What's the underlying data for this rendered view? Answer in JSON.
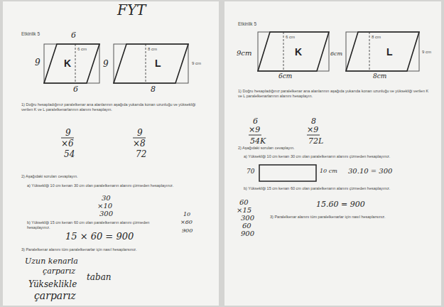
{
  "diagram": {
    "nodes": [
      {
        "text": [
          "K"
        ]
      },
      {
        "text": [
          "L"
        ]
      },
      {
        "text": [
          "K"
        ]
      },
      {
        "text": [
          "L"
        ]
      }
    ],
    "labels": [
      "FYT",
      "Etkinlik 5",
      "6",
      "9",
      "6 cm",
      "9",
      "8 cm",
      "9 cm",
      "6",
      "8",
      "1) Doğru hesapladığınız paralelkenar ana alanlarının aşağıda yukarıda konan uzunluğu ve yüksekliği verilen K ve L paralelkenarlarının alanını hesaplayın.",
      "9",
      "×6",
      "54",
      "9",
      "×8",
      "72",
      "2) Aşağıdaki soruları cevaplayın.",
      "a) Yüksekliği 10 cm kenarı 30 cm olan paralelkenarın alanını çizmeden hesaplayınız.",
      "30",
      "×10",
      "300",
      "b) Yüksekliği 15 cm kenarı 60 cm olan paralelkenarın alanını çizmeden hesaplayınız.",
      "15 × 60 = 900",
      "10",
      "×60",
      "900",
      "3) Paralelkenar alanını tüm paralelkenarlar için nasıl hesaplarsınız.",
      "Uzun kenarla",
      "çarparız",
      "Yükseklikle",
      "taban",
      "çarparız",
      "Etkinlik 5",
      "9cm",
      "6 cm",
      "6cm",
      "8 cm",
      "9 cm",
      "6cm",
      "8cm",
      "1) Doğru hesapladığınız paralelkenar ana alanlarının aşağıda yukarıda konan uzunluğu ve yüksekliği verilen K ve L paralelkenarlarının alanını hesaplayın.",
      "6",
      "×9",
      "54K",
      "8",
      "×9",
      "72L",
      "2) Aşağıdaki soruları cevaplayın.",
      "a) Yüksekliği 10 cm kenarı 30 cm olan paralelkenarın alanını çizmeden hesaplayınız.",
      "70",
      "10 cm",
      "30.10 = 300",
      "b) Yüksekliği 15 cm kenarı 60 cm olan paralelkenarın alanını çizmeden hesaplayınız.",
      "60",
      "×15",
      "300",
      "60",
      "900",
      "15.60 = 900",
      "3) Paralelkenar alanını tüm paralelkenarlar için nasıl hesaplarsınız."
    ]
  }
}
